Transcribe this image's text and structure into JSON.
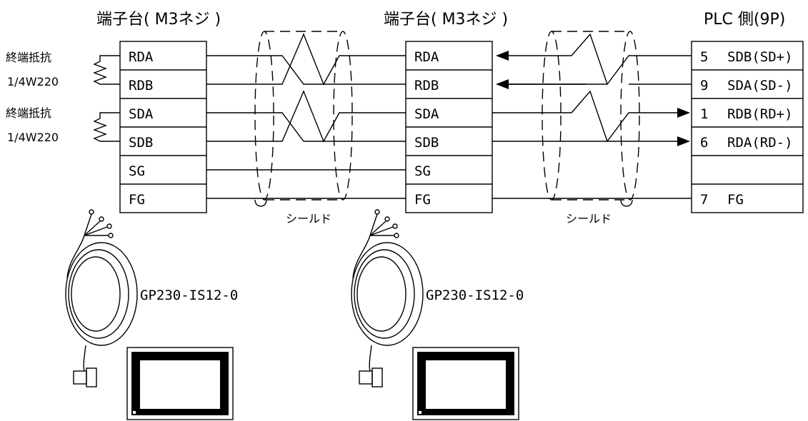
{
  "headers": {
    "left": "端子台( M3ネジ )",
    "middle": "端子台( M3ネジ )",
    "right": "PLC 側(9P)"
  },
  "terminal_left": [
    "RDA",
    "RDB",
    "SDA",
    "SDB",
    "SG",
    "FG"
  ],
  "terminal_middle": [
    "RDA",
    "RDB",
    "SDA",
    "SDB",
    "SG",
    "FG"
  ],
  "plc_pins": [
    {
      "pin": "5",
      "signal": "SDB(SD+)"
    },
    {
      "pin": "9",
      "signal": "SDA(SD-)"
    },
    {
      "pin": "1",
      "signal": "RDB(RD+)"
    },
    {
      "pin": "6",
      "signal": "RDA(RD-)"
    },
    {
      "pin": "",
      "signal": ""
    },
    {
      "pin": "7",
      "signal": "FG"
    }
  ],
  "resistors": [
    {
      "name": "終端抵抗",
      "rating": "1/4W220"
    },
    {
      "name": "終端抵抗",
      "rating": "1/4W220"
    }
  ],
  "shield_labels": [
    "シールド",
    "シールド"
  ],
  "cable_labels": [
    "GP230-IS12-0",
    "GP230-IS12-0"
  ],
  "colors": {
    "line": "#000000",
    "background": "#ffffff"
  }
}
